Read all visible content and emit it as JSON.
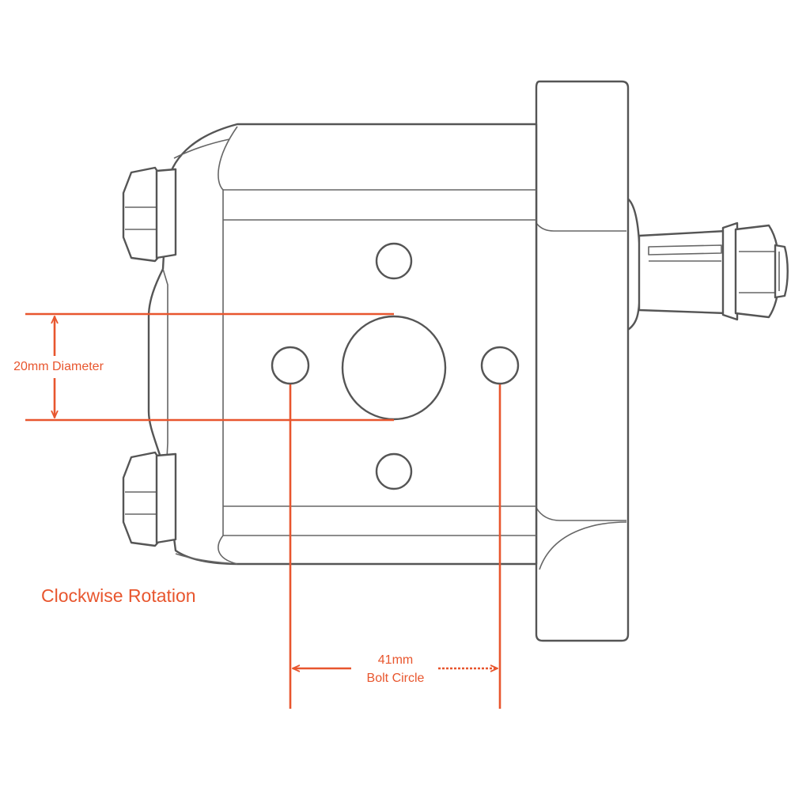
{
  "dimensions": {
    "diameter_label": "20mm Diameter",
    "bolt_circle_value": "41mm",
    "bolt_circle_label": "Bolt Circle"
  },
  "rotation_label": "Clockwise Rotation",
  "colors": {
    "dimension": "#e8562e",
    "outline": "#555555"
  }
}
